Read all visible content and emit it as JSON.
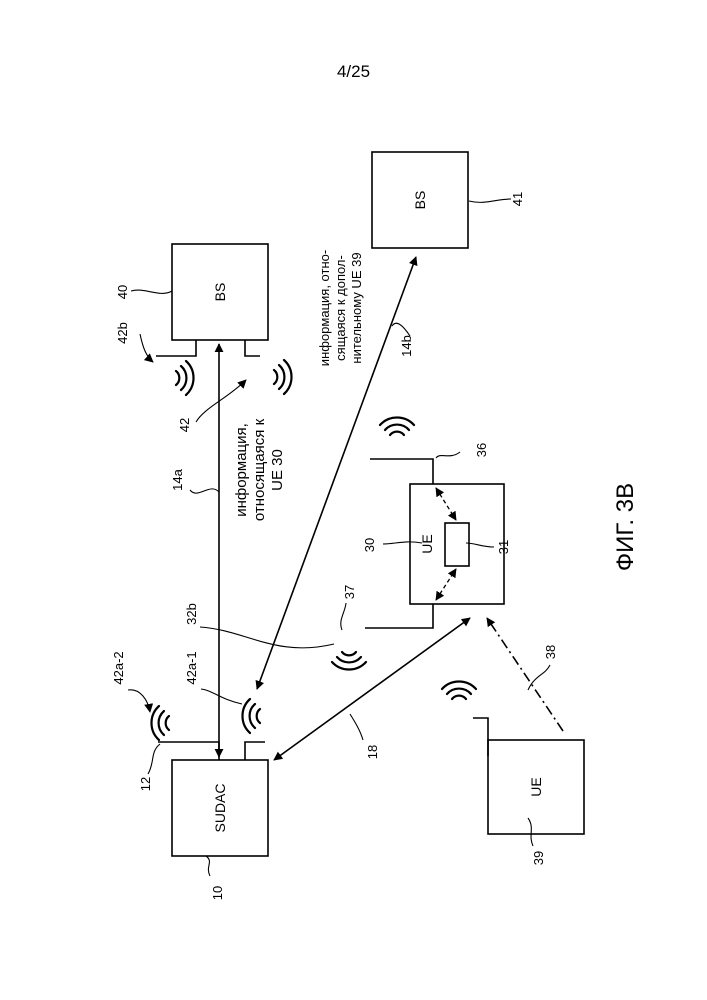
{
  "page_number": "4/25",
  "figure_caption": "ФИГ. 3В",
  "blocks": {
    "sudac": "SUDAC",
    "bs_40": "BS",
    "bs_41": "BS",
    "ue_30": "UE",
    "ue_39": "UE"
  },
  "annotations": {
    "link_14a": [
      "информация,",
      "относящаяся к",
      "UE 30"
    ],
    "link_14b": [
      "информация, отно-",
      "сящаяся к допол-",
      "нительному UE 39"
    ]
  },
  "reference_numerals": {
    "r10": "10",
    "r12": "12",
    "r14a": "14a",
    "r14b": "14b",
    "r18": "18",
    "r30": "30",
    "r31": "31",
    "r32b": "32b",
    "r36": "36",
    "r37": "37",
    "r38": "38",
    "r39": "39",
    "r40": "40",
    "r41": "41",
    "r42": "42",
    "r42a1": "42a-1",
    "r42a2": "42a-2",
    "r42b": "42b"
  }
}
